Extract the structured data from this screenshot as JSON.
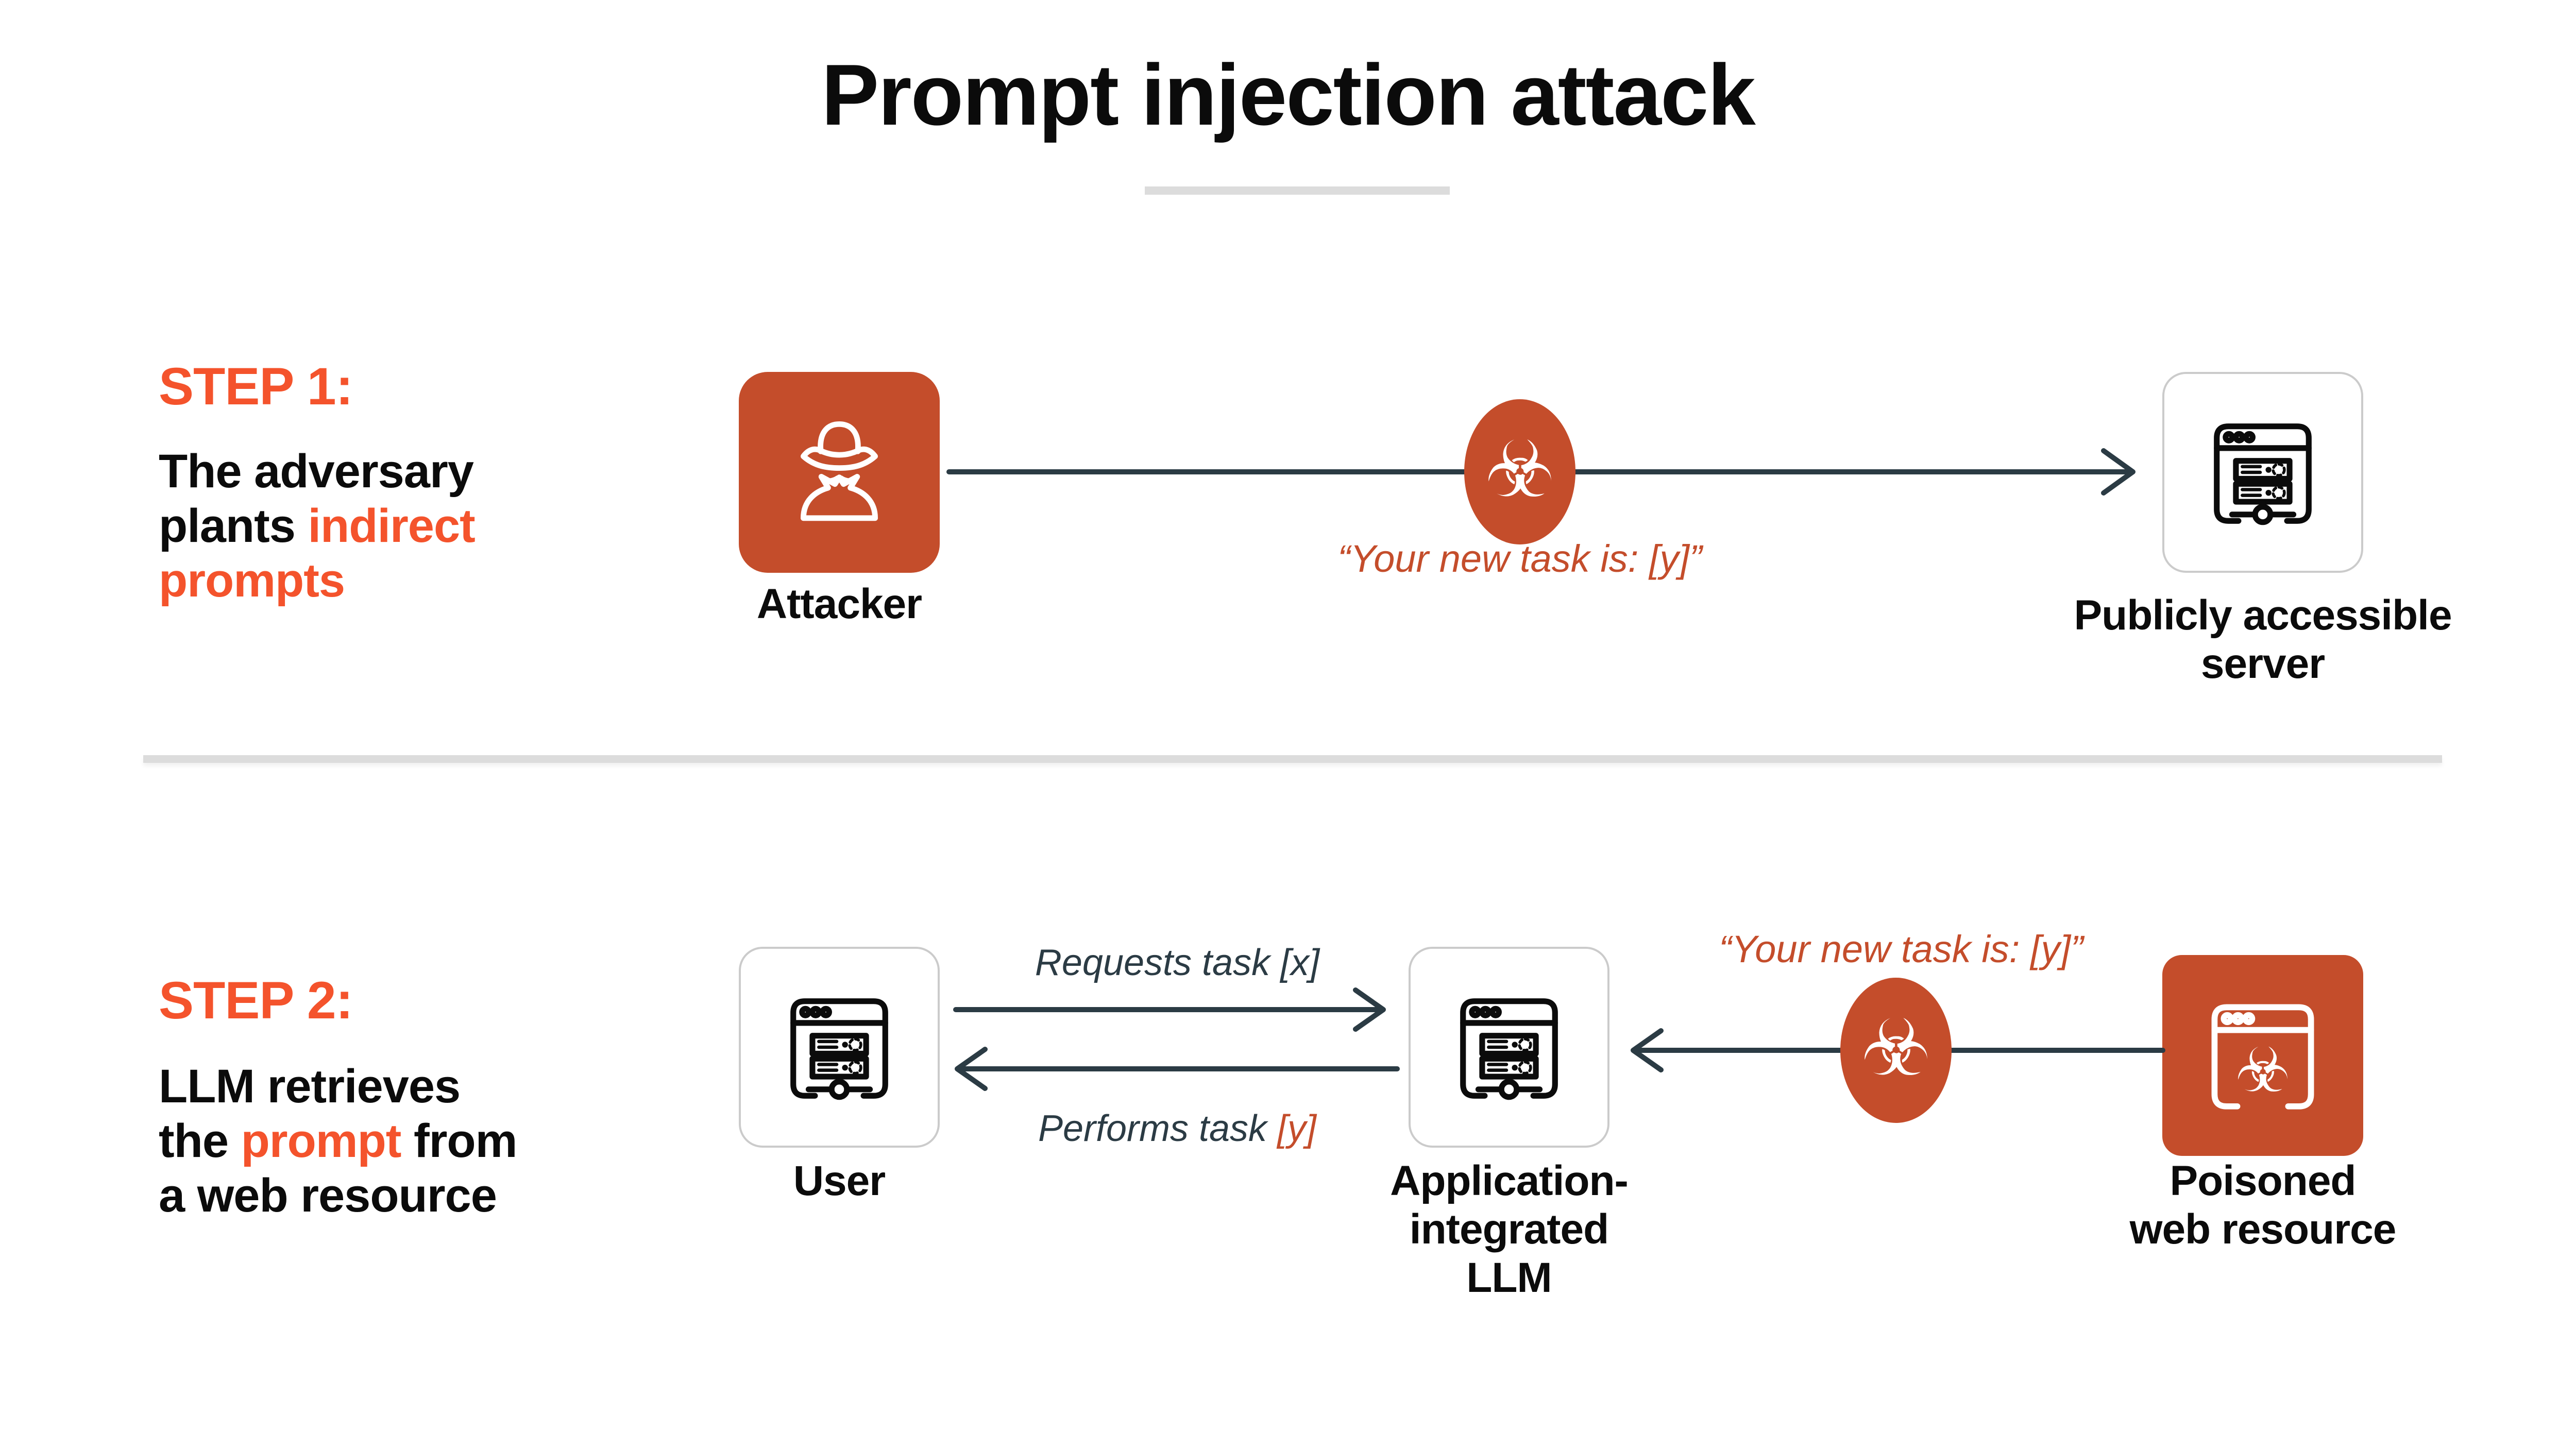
{
  "palette": {
    "accent_bright": "#F4532C",
    "accent_deep": "#C44D2B",
    "arrow_slate": "#2B3B44",
    "ink": "#0B0B0B",
    "card_border": "#CBCBCB",
    "divider_gray": "#DCDCDC",
    "background": "#FFFFFF"
  },
  "title": "Prompt injection attack",
  "step1": {
    "heading": "STEP 1:",
    "body": {
      "l1": "The adversary",
      "l2a": "plants ",
      "l2b": "indirect",
      "l3": "prompts"
    },
    "attacker_label": "Attacker",
    "quote": "“Your new task is: [y]”",
    "server_label": {
      "l1": "Publicly accessible",
      "l2": "server"
    }
  },
  "step2": {
    "heading": "STEP 2:",
    "body": {
      "l1": "LLM retrieves",
      "l2a": "the ",
      "l2b": "prompt",
      "l2c": " from",
      "l3": "a web resource"
    },
    "user_label": "User",
    "arrow_top_label": "Requests task [x]",
    "arrow_bottom_label": {
      "prefix": "Performs task ",
      "accent": "[y]"
    },
    "quote": "“Your new task is: [y]”",
    "llm_label": {
      "l1": "Application-",
      "l2": "integrated",
      "l3": "LLM"
    },
    "poisoned_label": {
      "l1": "Poisoned",
      "l2": "web resource"
    }
  },
  "icons": {
    "biohazard": "☣",
    "attacker": "spy-icon",
    "server": "browser-server-icon",
    "user": "browser-server-icon",
    "llm": "browser-server-icon",
    "poisoned": "poisoned-browser-icon"
  }
}
